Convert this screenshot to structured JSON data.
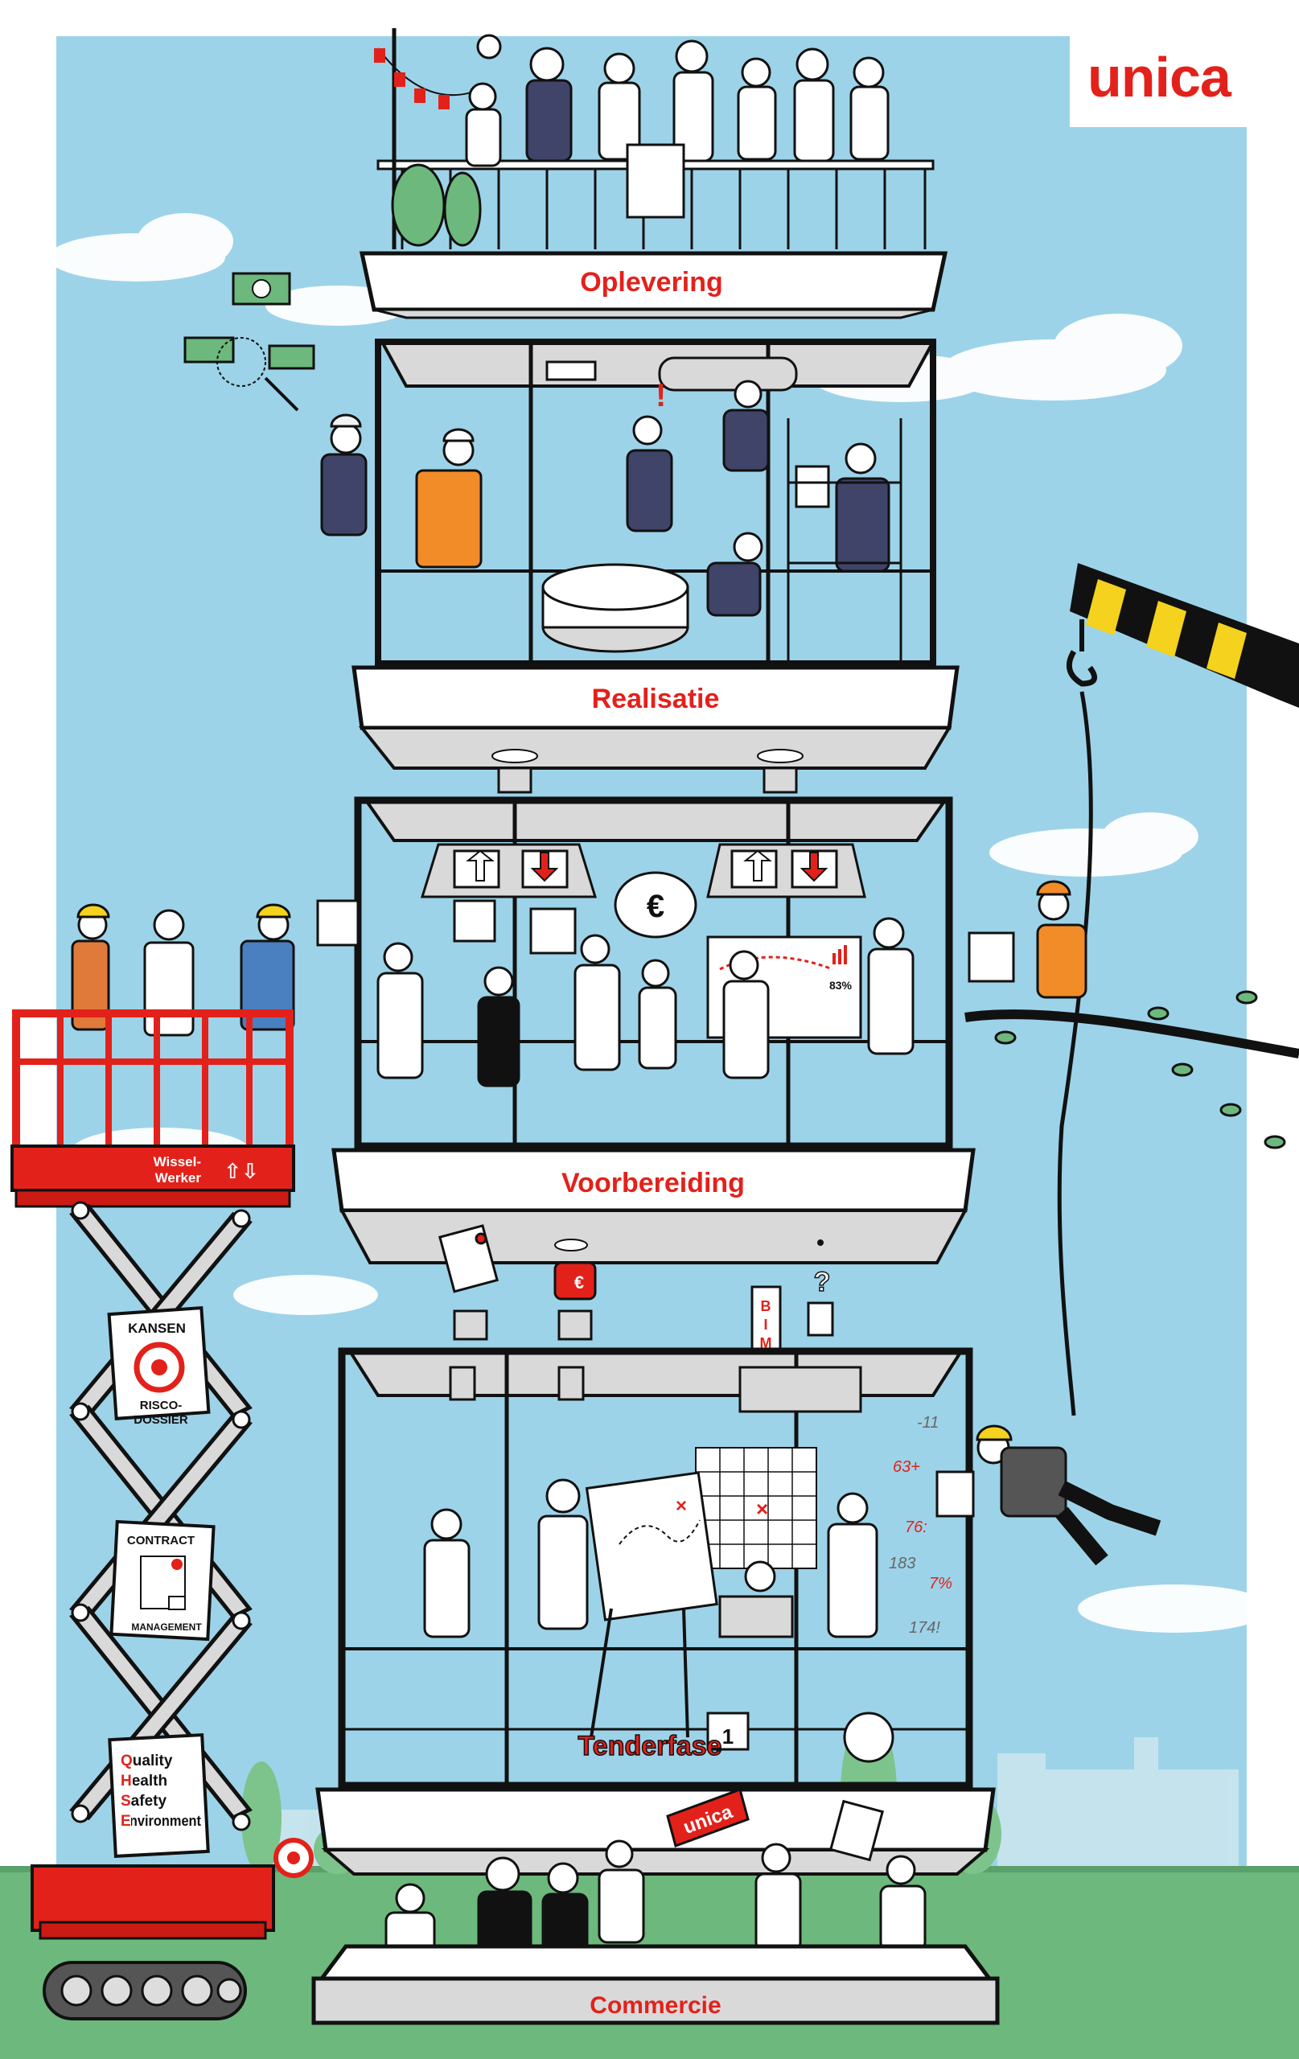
{
  "brand": {
    "logo_text": "unica",
    "color_red": "#e3211b",
    "color_sky": "#9dd3e8",
    "color_grass": "#6db87c"
  },
  "floors": [
    {
      "label": "Oplevering"
    },
    {
      "label": "Realisatie"
    },
    {
      "label": "Voorbereiding"
    },
    {
      "label": "Tenderfase"
    },
    {
      "label": "Commercie"
    }
  ],
  "lift": {
    "sign_line1": "Wissel-",
    "sign_line2": "Werker",
    "arrows": "⇧⇩"
  },
  "lift_signs": {
    "risk": {
      "top": "KANSEN",
      "bottom1": "RISCO-",
      "bottom2": "DOSSIER"
    },
    "contract": {
      "top": "CONTRACT",
      "bottom": "MANAGEMENT"
    },
    "qhse": {
      "lines": [
        "Quality",
        "Health",
        "Safety",
        "Environment"
      ]
    }
  },
  "misc": {
    "percent": "83%",
    "bim": [
      "B",
      "I",
      "M"
    ],
    "question": "?",
    "euro": "€",
    "exclaim": "!",
    "trophy": "1",
    "note1": "63+",
    "note2": "76:",
    "note3": "7%",
    "note4": "174!",
    "note5": "-11",
    "note6": "183",
    "sign_unica": "unica"
  },
  "icons": [
    "crane-hook-icon",
    "warning-stripe-icon",
    "target-icon",
    "padlock-icon",
    "arrow-up-icon",
    "arrow-down-icon"
  ]
}
